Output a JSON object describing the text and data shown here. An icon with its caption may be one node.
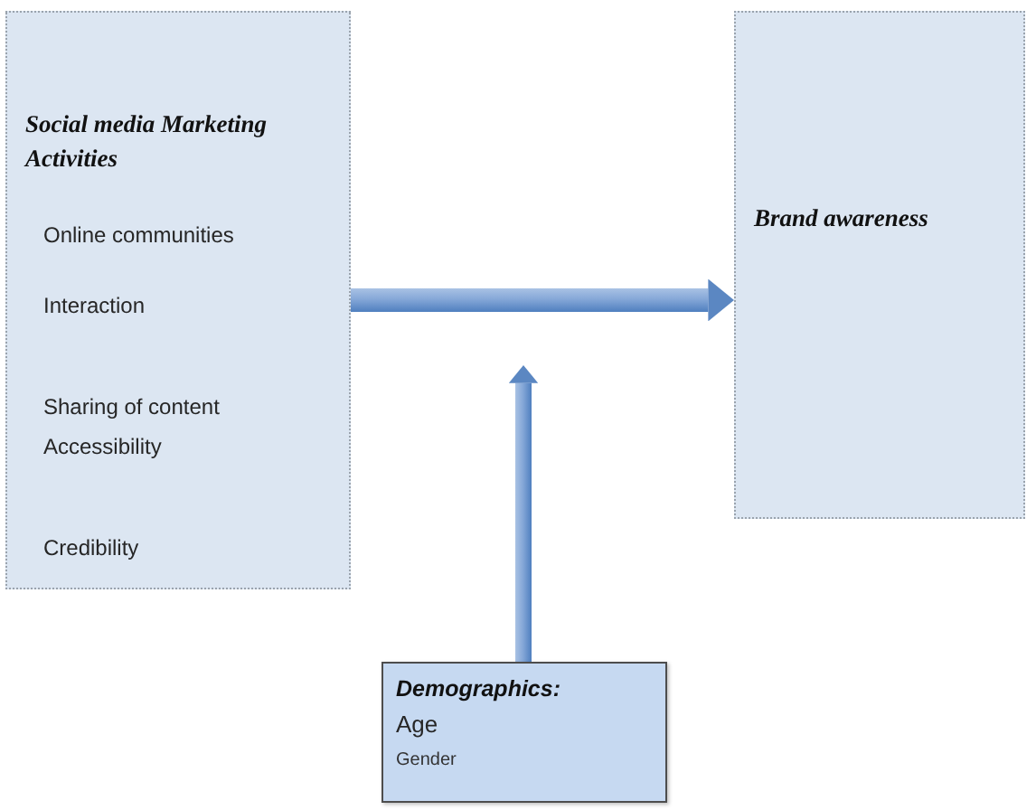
{
  "diagram": {
    "nodes": [
      {
        "text": [
          "Social media Marketing Activities",
          "Online communities",
          "Interaction",
          "Sharing of content",
          "Accessibility",
          "Credibility"
        ]
      },
      {
        "text": [
          "Brand awareness"
        ]
      },
      {
        "text": [
          "Demographics:",
          "Age",
          "Gender"
        ]
      }
    ],
    "edges": [
      {
        "from": 0,
        "to": 1,
        "arrow": "to",
        "style": "thick"
      },
      {
        "from": 2,
        "to": null,
        "arrow": "to",
        "style": "thick"
      }
    ]
  }
}
